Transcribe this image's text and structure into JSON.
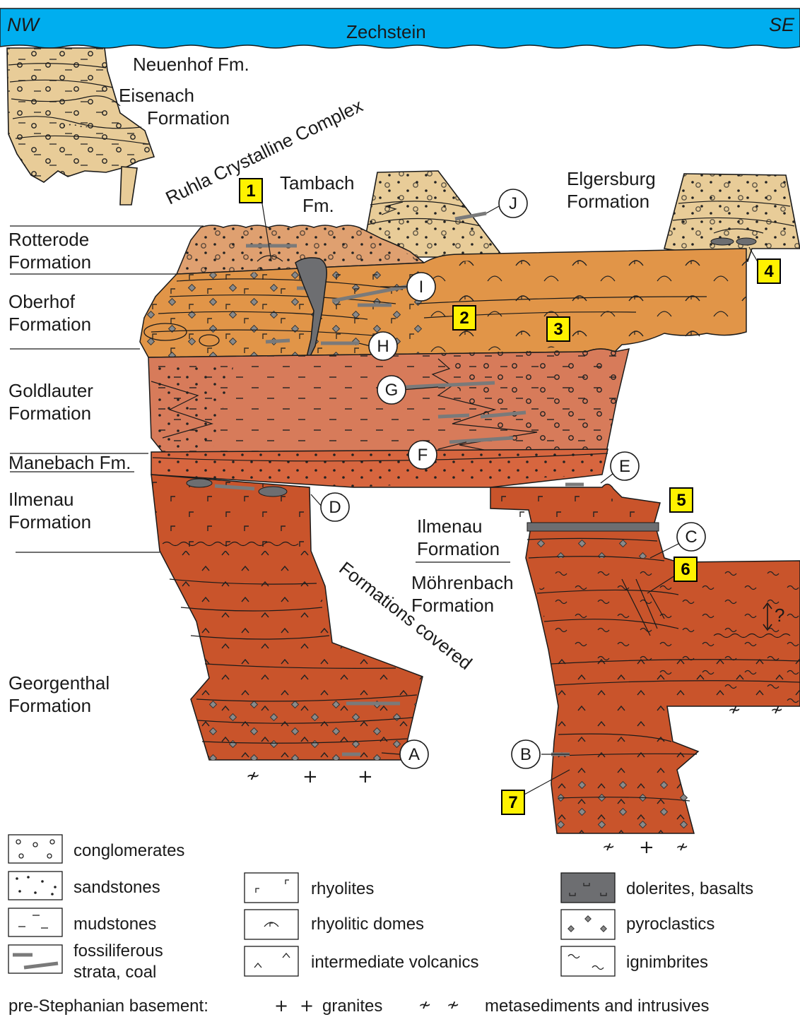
{
  "header": {
    "left_direction": "NW",
    "right_direction": "SE",
    "sea_label": "Zechstein"
  },
  "formations": {
    "neuenhof": "Neuenhof Fm.",
    "eisenach_1": "Eisenach",
    "eisenach_2": "Formation",
    "ruhla": "Ruhla Crystalline Complex",
    "tambach_1": "Tambach",
    "tambach_2": "Fm.",
    "elgersburg_1": "Elgersburg",
    "elgersburg_2": "Formation",
    "rotterode_1": "Rotterode",
    "rotterode_2": "Formation",
    "oberhof_1": "Oberhof",
    "oberhof_2": "Formation",
    "goldlauter_1": "Goldlauter",
    "goldlauter_2": "Formation",
    "manebach": "Manebach Fm.",
    "ilmenau_w_1": "Ilmenau",
    "ilmenau_w_2": "Formation",
    "ilmenau_e_1": "Ilmenau",
    "ilmenau_e_2": "Formation",
    "moehrenbach_1": "Möhrenbach",
    "moehrenbach_2": "Formation",
    "georgenthal_1": "Georgenthal",
    "georgenthal_2": "Formation",
    "covered": "Formations covered",
    "question": "?"
  },
  "circled_labels": [
    "A",
    "B",
    "C",
    "D",
    "E",
    "F",
    "G",
    "H",
    "I",
    "J"
  ],
  "numbered_labels": [
    "1",
    "2",
    "3",
    "4",
    "5",
    "6",
    "7"
  ],
  "legend": {
    "items": [
      {
        "key": "conglomerates",
        "label": "conglomerates"
      },
      {
        "key": "sandstones",
        "label": "sandstones"
      },
      {
        "key": "mudstones",
        "label": "mudstones"
      },
      {
        "key": "fossil",
        "label_1": "fossiliferous",
        "label_2": "strata, coal"
      },
      {
        "key": "rhyolites",
        "label": "rhyolites"
      },
      {
        "key": "domes",
        "label": "rhyolitic domes"
      },
      {
        "key": "intermediate",
        "label": "intermediate volcanics"
      },
      {
        "key": "dolerites",
        "label": "dolerites, basalts"
      },
      {
        "key": "pyroclastics",
        "label": "pyroclastics"
      },
      {
        "key": "ignimbrites",
        "label": "ignimbrites"
      }
    ],
    "basement_title": "pre-Stephanian basement:",
    "granites": "granites",
    "metasediments": "metasediments and intrusives"
  },
  "colors": {
    "sea": "#00aeef",
    "tan": "#e8cc98",
    "rotterode": "#dfa070",
    "oberhof": "#e19548",
    "goldlauter": "#d77b5a",
    "manebach": "#d7663f",
    "rust": "#c9542b",
    "dolerite": "#6d6e71",
    "fossil": "#7a7a7a",
    "highlight": "#fff200"
  }
}
